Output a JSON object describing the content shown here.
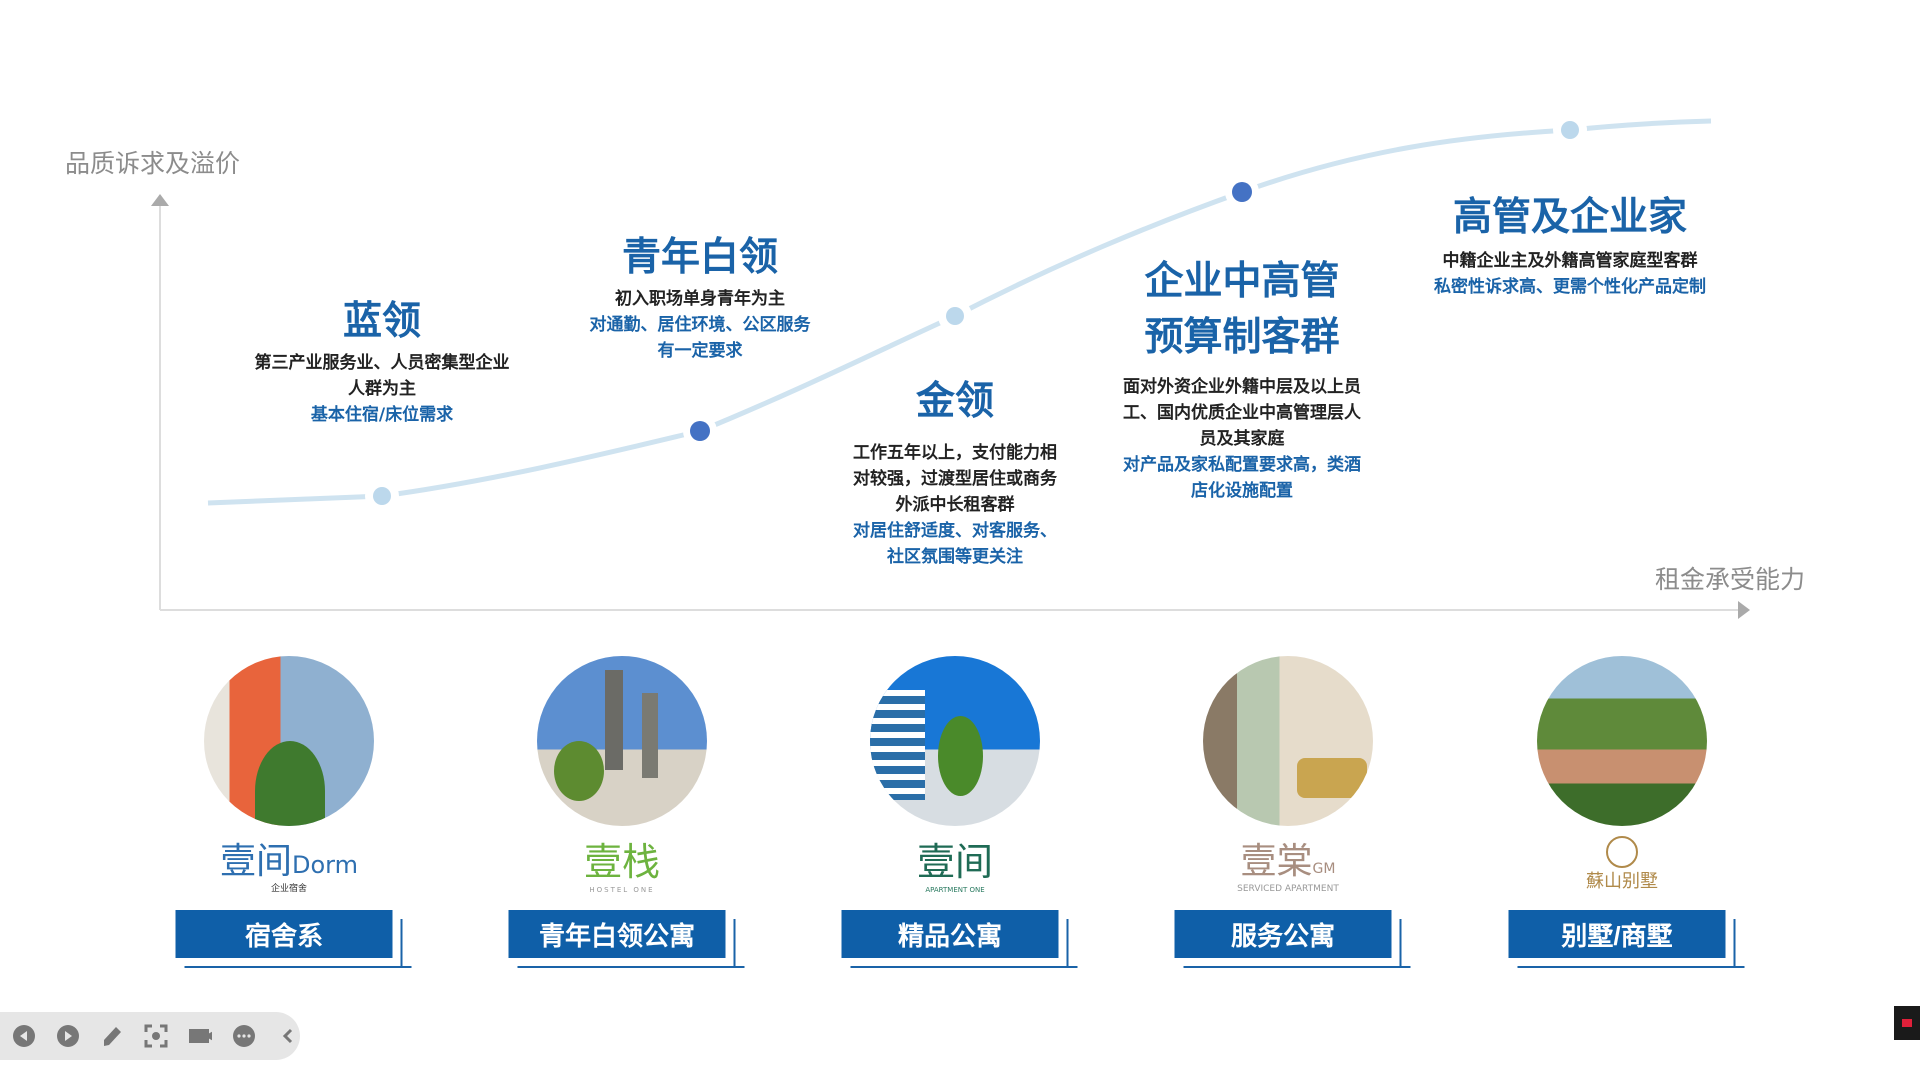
{
  "axes": {
    "y_label": "品质诉求及溢价",
    "x_label": "租金承受能力"
  },
  "segments": [
    {
      "title": "蓝领",
      "desc": [
        "第三产业服务业、人员密集型企业",
        "人群为主"
      ],
      "highlight": [
        "基本住宿/床位需求"
      ]
    },
    {
      "title": "青年白领",
      "desc": [
        "初入职场单身青年为主"
      ],
      "highlight": [
        "对通勤、居住环境、公区服务",
        "有一定要求"
      ]
    },
    {
      "title": "金领",
      "desc": [
        "工作五年以上，支付能力相",
        "对较强，过渡型居住或商务",
        "外派中长租客群"
      ],
      "highlight": [
        "对居住舒适度、对客服务、",
        "社区氛围等更关注"
      ]
    },
    {
      "title_lines": [
        "企业中高管",
        "预算制客群"
      ],
      "desc": [
        "面对外资企业外籍中层及以上员",
        "工、国内优质企业中高管理层人",
        "员及其家庭"
      ],
      "highlight": [
        "对产品及家私配置要求高，类酒",
        "店化设施配置"
      ]
    },
    {
      "title": "高管及企业家",
      "desc": [
        "中籍企业主及外籍高管家庭型客群"
      ],
      "highlight": [
        "私密性诉求高、更需个性化产品定制"
      ]
    }
  ],
  "products": [
    {
      "logo": "壹间",
      "logo_sub": "Dorm",
      "logo_tag": "企业宿舍",
      "label": "宿舍系"
    },
    {
      "logo": "壹栈",
      "logo_tag": "HOSTEL ONE",
      "label": "青年白领公寓"
    },
    {
      "logo": "壹间",
      "logo_tag": "APARTMENT ONE",
      "label": "精品公寓"
    },
    {
      "logo": "壹棠",
      "logo_sub": "GM",
      "logo_tag": "SERVICED APARTMENT",
      "label": "服务公寓"
    },
    {
      "logo": "蘇山别墅",
      "label": "别墅/商墅"
    }
  ],
  "toolbar": [
    "prev",
    "next",
    "pen",
    "screenshot",
    "camera",
    "more",
    "collapse"
  ],
  "colors": {
    "accent": "#1a63a8",
    "curve": "#cfe3f0",
    "dot_dark": "#4472c4",
    "dot_light": "#bcd8ec"
  }
}
